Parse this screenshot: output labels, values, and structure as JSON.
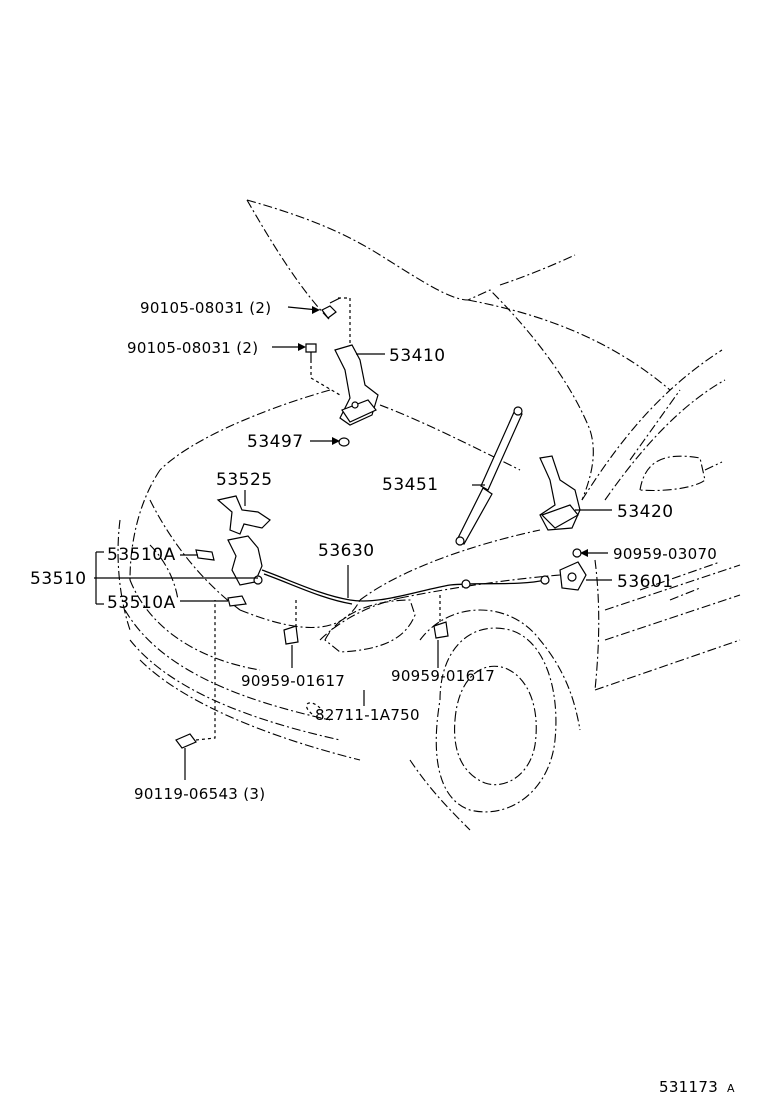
{
  "labels": {
    "bolt_1": "90105-08031 (2)",
    "bolt_2": "90105-08031 (2)",
    "hinge_lh": "53410",
    "cushion": "53497",
    "lock_support": "53525",
    "lock_a_top": "53510A",
    "lock_assy": "53510",
    "lock_a_bottom": "53510A",
    "release_cable": "53630",
    "strut": "53451",
    "hinge_rh": "53420",
    "clip_03070": "90959-03070",
    "release_lever": "53601",
    "clamp_left": "90959-01617",
    "clamp_right": "90959-01617",
    "harness_clamp": "82711-1A750",
    "screw": "90119-06543 (3)",
    "diagram_id": "531173",
    "diagram_suffix": "A"
  }
}
